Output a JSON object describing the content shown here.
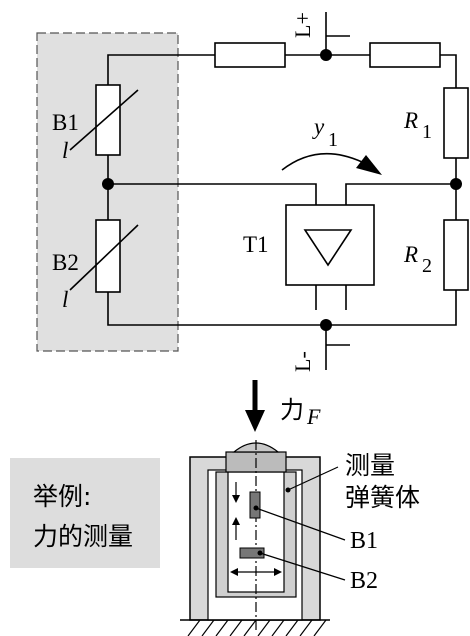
{
  "circuit": {
    "supply_top": "L+",
    "supply_bottom": "L-",
    "gauge_b1": "B1",
    "gauge_b1_param": "l",
    "gauge_b2": "B2",
    "gauge_b2_param": "l",
    "resistor_r1_letter": "R",
    "resistor_r1_sub": "1",
    "resistor_r2_letter": "R",
    "resistor_r2_sub": "2",
    "output_letter": "y",
    "output_sub": "1",
    "amplifier": "T1"
  },
  "example_box": {
    "line1": "举例:",
    "line2": "力的测量"
  },
  "force_label_cn": "力",
  "force_label_sym": "F",
  "spring_body_line1": "测量",
  "spring_body_line2": "弹簧体",
  "callout_b1": "B1",
  "callout_b2": "B2",
  "colors": {
    "shaded_region": "#e0e0e0",
    "example_box_bg": "#dddddd",
    "line": "#000000",
    "gauge_gray": "#666666"
  }
}
